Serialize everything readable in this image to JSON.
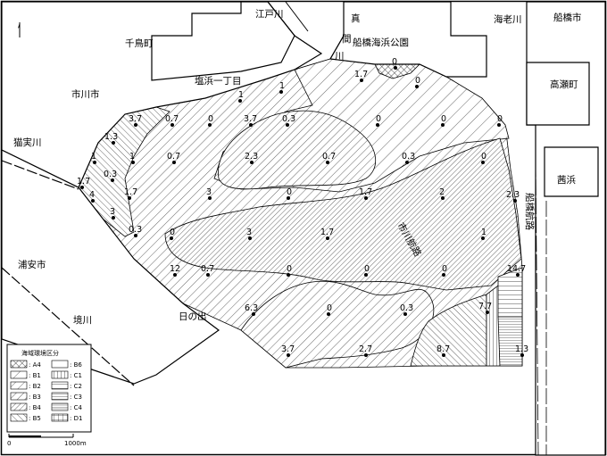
{
  "place_labels": [
    {
      "key": "edogawa",
      "text": "江戸川"
    },
    {
      "key": "chidoricho",
      "text": "千鳥町"
    },
    {
      "key": "shiohama",
      "text": "塩浜一丁目"
    },
    {
      "key": "ichikawa",
      "text": "市川市"
    },
    {
      "key": "nekozane",
      "text": "猫実川"
    },
    {
      "key": "urayasu",
      "text": "浦安市"
    },
    {
      "key": "sakaigawa",
      "text": "境川"
    },
    {
      "key": "hinode",
      "text": "日の出"
    },
    {
      "key": "mama1",
      "text": "真"
    },
    {
      "key": "mama2",
      "text": "間"
    },
    {
      "key": "mama3",
      "text": "川"
    },
    {
      "key": "funabashi_park",
      "text": "船橋海浜公園"
    },
    {
      "key": "ebigawa",
      "text": "海老川"
    },
    {
      "key": "funabashi_city",
      "text": "船橋市"
    },
    {
      "key": "takasecho",
      "text": "高瀬町"
    },
    {
      "key": "akanehama",
      "text": "茜浜"
    },
    {
      "key": "funabashi_route",
      "text": "船橋航路"
    },
    {
      "key": "ichikawa_route",
      "text": "市川航路"
    }
  ],
  "stations": [
    {
      "v": "1.7"
    },
    {
      "v": "0"
    },
    {
      "v": "0"
    },
    {
      "v": "1"
    },
    {
      "v": "1"
    },
    {
      "v": "3.7"
    },
    {
      "v": "0.7"
    },
    {
      "v": "0"
    },
    {
      "v": "3.7"
    },
    {
      "v": "0.3"
    },
    {
      "v": "0"
    },
    {
      "v": "0"
    },
    {
      "v": "0"
    },
    {
      "v": "1.3"
    },
    {
      "v": "1"
    },
    {
      "v": "1"
    },
    {
      "v": "0.7"
    },
    {
      "v": "2.3"
    },
    {
      "v": "0.7"
    },
    {
      "v": "0.3"
    },
    {
      "v": "0"
    },
    {
      "v": "0.3"
    },
    {
      "v": "1.7"
    },
    {
      "v": "4"
    },
    {
      "v": "1.7"
    },
    {
      "v": "3"
    },
    {
      "v": "0"
    },
    {
      "v": "1.7"
    },
    {
      "v": "2"
    },
    {
      "v": "2.3"
    },
    {
      "v": "3"
    },
    {
      "v": "0.3"
    },
    {
      "v": "0"
    },
    {
      "v": "3"
    },
    {
      "v": "1.7"
    },
    {
      "v": "1"
    },
    {
      "v": "12"
    },
    {
      "v": "0.7"
    },
    {
      "v": "0"
    },
    {
      "v": "0"
    },
    {
      "v": "0"
    },
    {
      "v": "14.7"
    },
    {
      "v": "6.3"
    },
    {
      "v": "0"
    },
    {
      "v": "0.3"
    },
    {
      "v": "7.7"
    },
    {
      "v": "3.7"
    },
    {
      "v": "2.7"
    },
    {
      "v": "8.7"
    },
    {
      "v": "1.3"
    }
  ],
  "legend": {
    "title": "海域環境区分",
    "items": [
      {
        "label": ": A4",
        "pattern": "crosshatch"
      },
      {
        "label": ": B6",
        "pattern": "blank"
      },
      {
        "label": ": B1",
        "pattern": "diag-wide"
      },
      {
        "label": ": C1",
        "pattern": "vert"
      },
      {
        "label": ": B2",
        "pattern": "diag-med"
      },
      {
        "label": ": C2",
        "pattern": "horiz"
      },
      {
        "label": ": B3",
        "pattern": "diag-med2"
      },
      {
        "label": ": C3",
        "pattern": "horiz-dense"
      },
      {
        "label": ": B4",
        "pattern": "diag-dense"
      },
      {
        "label": ": C4",
        "pattern": "horiz-fine"
      },
      {
        "label": ": B5",
        "pattern": "back-diag"
      },
      {
        "label": ": D1",
        "pattern": "grid"
      }
    ]
  },
  "scale": {
    "zero": "0",
    "dist": "1000m"
  }
}
